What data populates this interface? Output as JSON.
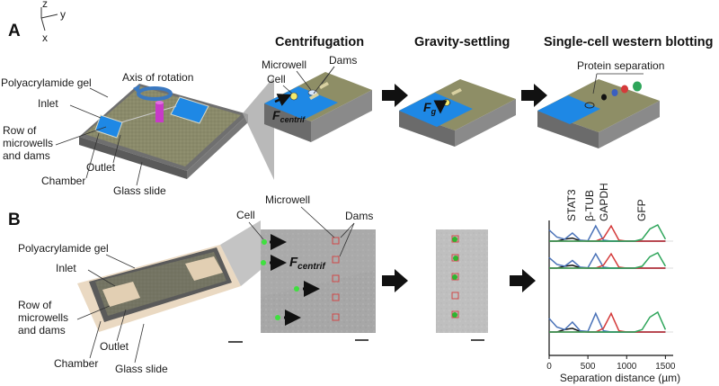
{
  "panels": {
    "a": "A",
    "b": "B"
  },
  "axes": {
    "z": "z",
    "y": "y",
    "x": "x"
  },
  "panel_a": {
    "gel": "Polyacrylamide gel",
    "axis": "Axis of rotation",
    "inlet": "Inlet",
    "row1": "Row of",
    "row2": "microwells",
    "row3": "and dams",
    "outlet": "Outlet",
    "chamber": "Chamber",
    "slide": "Glass slide",
    "step1": "Centrifugation",
    "step2": "Gravity-settling",
    "step3": "Single-cell western blotting",
    "microwell": "Microwell",
    "cell": "Cell",
    "dams": "Dams",
    "protein": "Protein separation",
    "f_centrif": "F",
    "f_centrif_sub": "centrif",
    "f_g": "F",
    "f_g_sub": "g"
  },
  "panel_b": {
    "gel": "Polyacrylamide gel",
    "inlet": "Inlet",
    "row1": "Row of",
    "row2": "microwells",
    "row3": "and dams",
    "outlet": "Outlet",
    "chamber": "Chamber",
    "slide": "Glass slide",
    "cell": "Cell",
    "microwell": "Microwell",
    "dams": "Dams",
    "f_centrif": "F",
    "f_centrif_sub": "centrif"
  },
  "colors": {
    "gel": "#8e8e66",
    "chamber_blue": "#1e88e5",
    "rotation_blue": "#3a78c0",
    "magenta": "#c83ac8",
    "stat3": "#111111",
    "btub": "#4a72b8",
    "gapdh": "#d43a3a",
    "gfp": "#2ea55a"
  },
  "chart_data": {
    "type": "line",
    "title": "",
    "xlabel": "Separation distance (µm)",
    "ylabel": "",
    "xlim": [
      0,
      1600
    ],
    "xticks": [
      0,
      500,
      1000,
      1500
    ],
    "grid": false,
    "legend": "top",
    "legend_entries": [
      "STAT3",
      "β-TUB",
      "GAPDH",
      "GFP"
    ],
    "x": [
      0,
      100,
      200,
      300,
      400,
      500,
      600,
      700,
      800,
      900,
      1000,
      1100,
      1200,
      1300,
      1400,
      1500
    ],
    "traces": [
      {
        "name": "STAT3",
        "values": [
          0.2,
          0.2,
          0.3,
          0.35,
          0.22,
          0.2,
          0.2,
          0.2,
          0.2,
          0.2,
          0.2,
          0.2,
          0.2,
          0.2,
          0.2,
          0.2
        ]
      },
      {
        "name": "β-TUB",
        "values": [
          0.75,
          0.4,
          0.3,
          0.6,
          0.25,
          0.22,
          0.95,
          0.25,
          0.2,
          0.2,
          0.2,
          0.2,
          0.2,
          0.2,
          0.2,
          0.2
        ]
      },
      {
        "name": "GAPDH",
        "values": [
          0.2,
          0.2,
          0.2,
          0.2,
          0.2,
          0.2,
          0.2,
          0.35,
          0.95,
          0.25,
          0.2,
          0.2,
          0.2,
          0.2,
          0.2,
          0.2
        ]
      },
      {
        "name": "GFP",
        "values": [
          0.2,
          0.2,
          0.2,
          0.2,
          0.2,
          0.2,
          0.2,
          0.2,
          0.2,
          0.2,
          0.2,
          0.2,
          0.3,
          0.8,
          1.0,
          0.3
        ]
      }
    ]
  }
}
